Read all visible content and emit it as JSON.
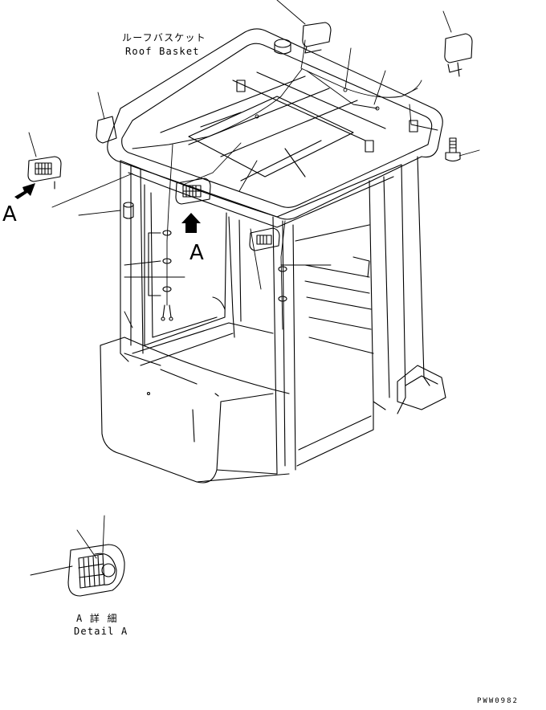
{
  "labels": {
    "roof_basket_jp": "ルーフバスケット",
    "roof_basket_en": "Roof Basket",
    "view_a_left": "A",
    "view_a_center": "A",
    "detail_a_jp": "A 詳 細",
    "detail_a_en": "Detail A",
    "drawing_code": "PWW0982"
  },
  "colors": {
    "ink": "#000000",
    "paper": "#ffffff"
  }
}
